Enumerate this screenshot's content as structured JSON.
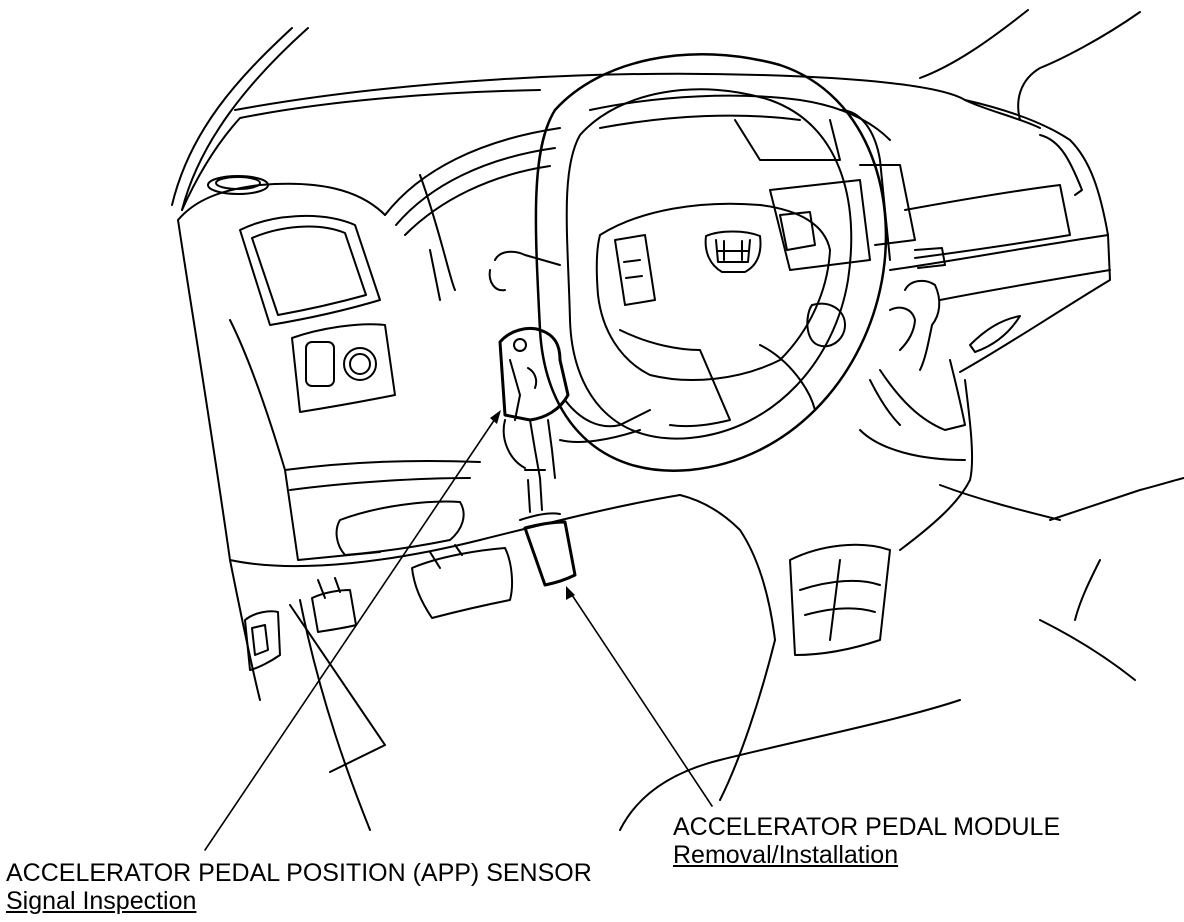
{
  "labels": {
    "module": {
      "title": "ACCELERATOR PEDAL MODULE",
      "link": "Removal/Installation"
    },
    "sensor": {
      "title": "ACCELERATOR PEDAL POSITION (APP) SENSOR",
      "link": "Signal Inspection"
    }
  },
  "colors": {
    "ink": "#000000",
    "paper": "#ffffff"
  },
  "icons": {
    "brand": "honda-logo-icon"
  }
}
